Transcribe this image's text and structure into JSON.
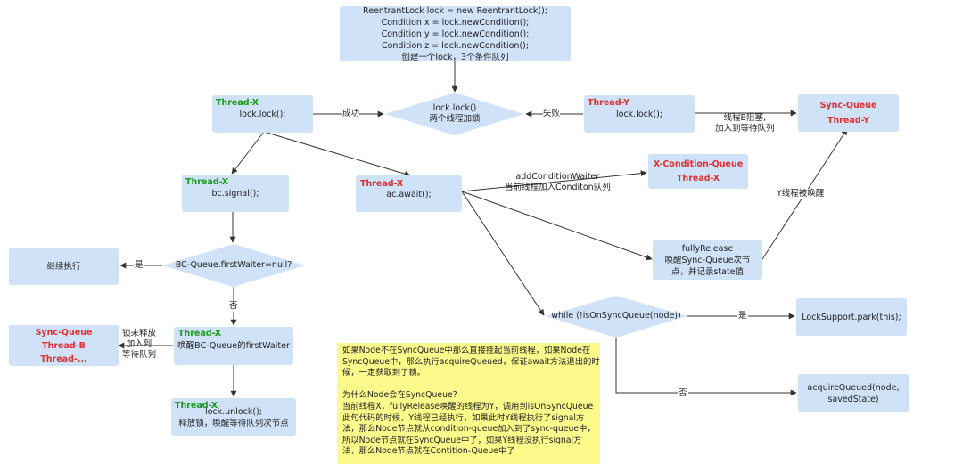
{
  "nodes": {
    "init": {
      "lines": [
        "ReentrantLock lock = new ReentrantLock();",
        "Condition x = lock.newCondition();",
        "Condition y = lock.newCondition();",
        "Condition z = lock.newCondition();",
        "创建一个lock，3个条件队列"
      ]
    },
    "lock_decision": {
      "lines": [
        "lock.lock()",
        "两个线程加锁"
      ]
    },
    "thread_x_lock": {
      "thread": "Thread-X",
      "text": "lock.lock();"
    },
    "thread_y_lock": {
      "thread": "Thread-Y",
      "text": "lock.lock();"
    },
    "sync_queue_top": {
      "title": "Sync-Queue",
      "item": "Thread-Y"
    },
    "thread_x_signal": {
      "thread": "Thread-X",
      "text": "bc.signal();"
    },
    "thread_x_await": {
      "thread": "Thread-X",
      "text": "ac.await();"
    },
    "x_condition_queue": {
      "title": "X-Condition-Queue",
      "item": "Thread-X"
    },
    "fully_release": {
      "lines": [
        "fullyRelease",
        "唤醒Sync-Queue次节",
        "点，并记录state值"
      ]
    },
    "first_waiter_decision": {
      "text": "BC-Queue.firstWaiter=null?"
    },
    "continue_exec": {
      "text": "继续执行"
    },
    "thread_x_wake": {
      "thread": "Thread-X",
      "text": "唤醒BC-Queue的firstWaiter"
    },
    "sync_queue_left": {
      "title": "Sync-Queue",
      "items": [
        "Thread-B",
        "Thread-..."
      ]
    },
    "thread_x_unlock": {
      "thread": "Thread-X",
      "lines": [
        "lock.unlock();",
        "释放锁，唤醒等待队列次节点"
      ]
    },
    "while_decision": {
      "text": "while (!isOnSyncQueue(node))"
    },
    "lock_support_park": {
      "text": "LockSupport.park(this);"
    },
    "acquire_queued": {
      "lines": [
        "acquireQueued(node,",
        "savedState)"
      ]
    }
  },
  "labels": {
    "success": "成功",
    "fail": "失败",
    "thread_b_blocked": [
      "线程B阻塞,",
      "加入到等待队列"
    ],
    "add_condition_waiter": [
      "addConditionWaiter",
      "当前线程加入Conditon队列"
    ],
    "y_awakened": "Y线程被唤醒",
    "yes_continue": "是",
    "no_wake": "否",
    "lock_not_released": [
      "锁未释放",
      "加入到",
      "等待队列"
    ],
    "yes_park": "是",
    "no_acquire": "否"
  },
  "note": {
    "lines": [
      "如果Node不在SyncQueue中那么直接挂起当前线程，如果Node在",
      "SyncQueue中，那么执行acquireQueued，保证await方法退出的时",
      "候，一定获取到了锁。",
      "",
      "为什么Node会在SyncQueue?",
      "当前线程X，fullyRelease唤醒的线程为Y，调用到isOnSyncQueue",
      "此句代码的时候，Y线程已经执行，如果此时Y线程执行了signal方",
      "法，那么Node节点就从condition-queue加入到了sync-queue中，",
      "所以Node节点就在SyncQueue中了，如果Y线程没执行signal方",
      "法，那么Node节点就在Contition-Queue中了"
    ]
  },
  "colors": {
    "box_fill": "#cfe2f8",
    "note_fill": "#fbfa8a",
    "thread_green": "#1a9a1a",
    "thread_red": "#e03030",
    "edge": "#333333"
  }
}
